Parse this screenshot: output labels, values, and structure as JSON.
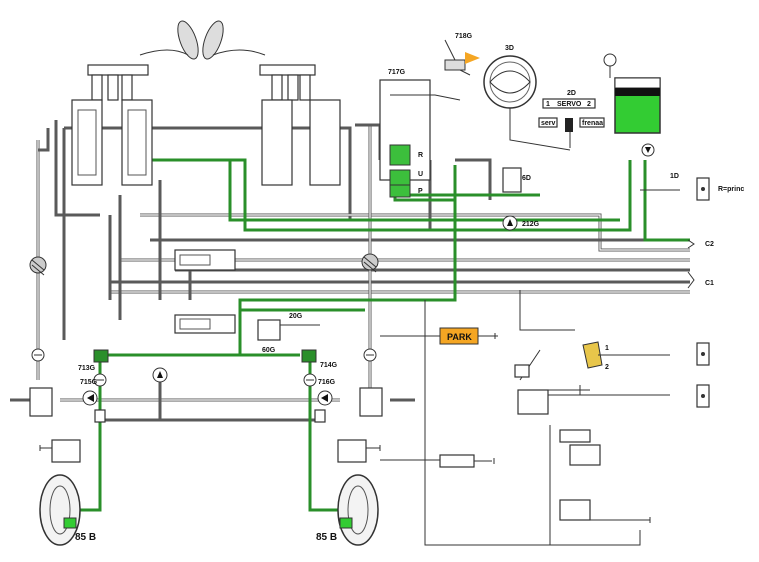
{
  "labels": {
    "l718g": "718G",
    "l3d": "3D",
    "l717g": "717G",
    "l2d": "2D",
    "servo_one": "1",
    "servo": "SERVO",
    "servo_two": "2",
    "serv": "serv",
    "frenaa": "frenaa",
    "port_r": "R",
    "port_u": "U",
    "port_p": "P",
    "l6d": "6D",
    "l1d": "1D",
    "rprinc": "R=princ",
    "l212g": "212G",
    "c2": "C2",
    "c1": "C1",
    "l20g": "20G",
    "l60g": "60G",
    "park": "PARK",
    "l713g": "713G",
    "l714g": "714G",
    "l715g": "715G",
    "l716g": "716G",
    "sw1": "1",
    "sw2": "2",
    "brake_left": "85 B",
    "brake_right": "85 B"
  },
  "colors": {
    "pipe": "#5a5a5a",
    "brake_fluid": "#2a8f2a",
    "reservoir": "#33cc33",
    "arrow": "#f5a623",
    "switch": "#e8c64a"
  }
}
